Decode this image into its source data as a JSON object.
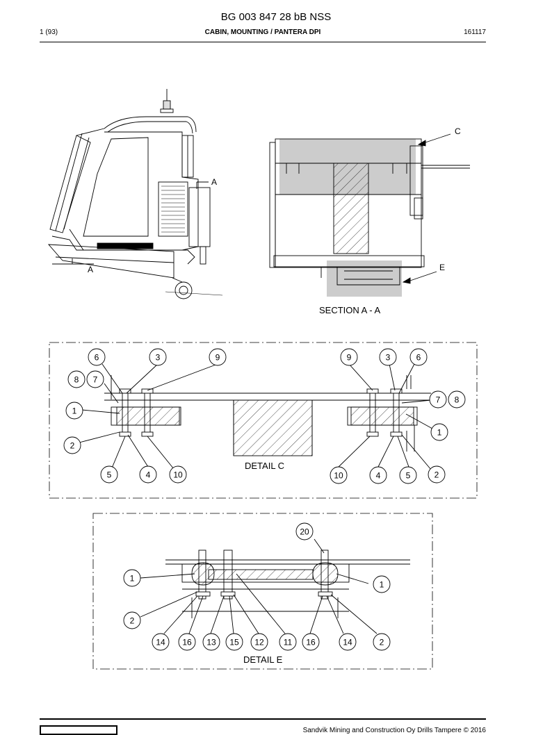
{
  "header": {
    "doc_id": "BG 003 847 28 bB NSS",
    "page": "1 (93)",
    "title": "CABIN, MOUNTING / PANTERA DPI",
    "date": "161117"
  },
  "drawing": {
    "section_mark": "A",
    "section_title": "SECTION A - A",
    "callout_c": "C",
    "callout_e": "E",
    "detail_c_title": "DETAIL C",
    "detail_e_title": "DETAIL E"
  },
  "detail_c_balloons": [
    "6",
    "3",
    "9",
    "8",
    "7",
    "1",
    "2",
    "5",
    "4",
    "10",
    "9",
    "3",
    "6",
    "7",
    "8",
    "1",
    "10",
    "4",
    "5",
    "2"
  ],
  "detail_e_balloons": [
    "20",
    "1",
    "1",
    "2",
    "14",
    "16",
    "13",
    "15",
    "12",
    "11",
    "16",
    "14",
    "2"
  ],
  "footer": {
    "copyright": "Sandvik Mining and Construction Oy Drills Tampere © 2016"
  }
}
